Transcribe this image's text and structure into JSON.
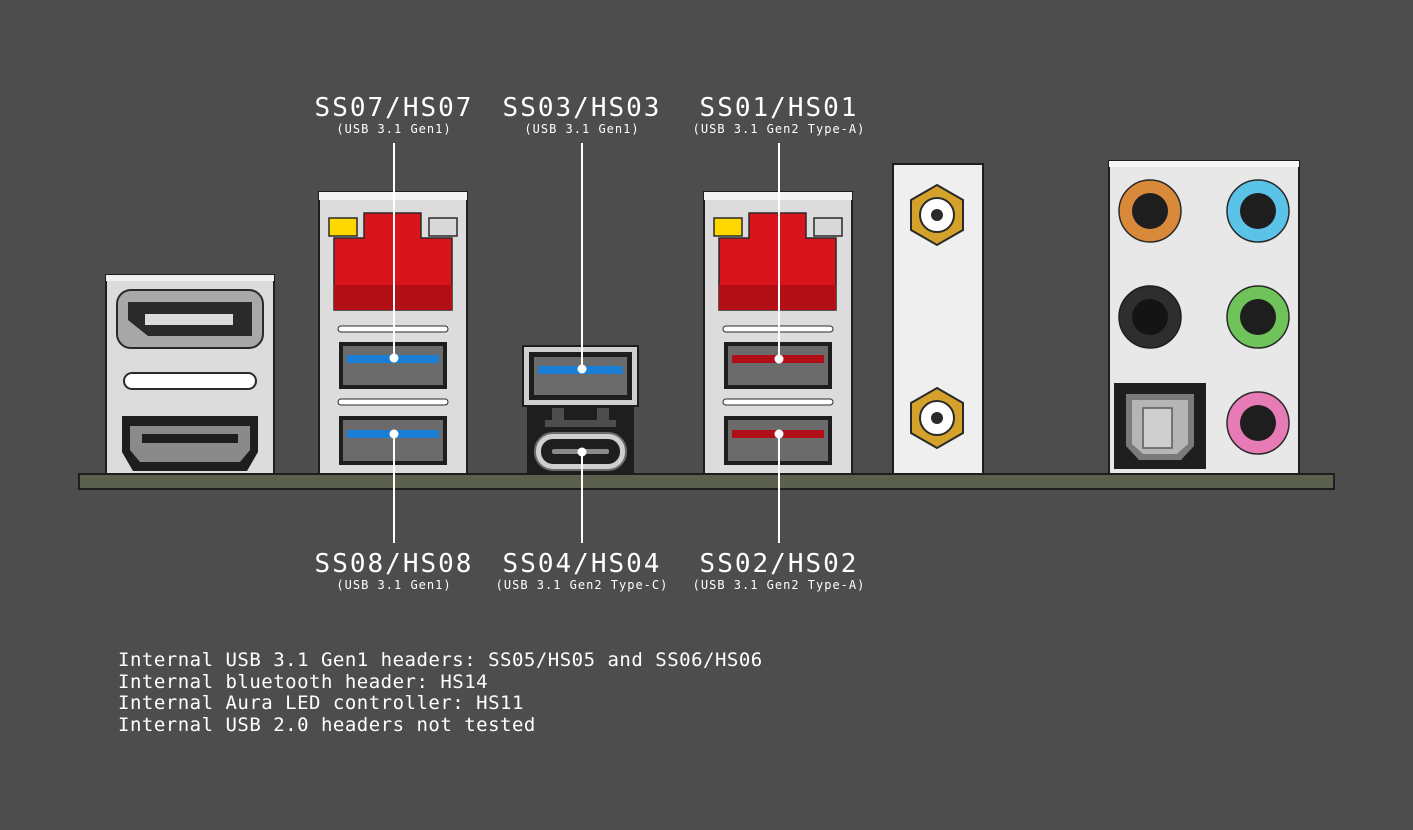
{
  "ports": {
    "ss07": {
      "name": "SS07/HS07",
      "spec": "(USB 3.1 Gen1)"
    },
    "ss03": {
      "name": "SS03/HS03",
      "spec": "(USB 3.1 Gen1)"
    },
    "ss01": {
      "name": "SS01/HS01",
      "spec": "(USB 3.1 Gen2 Type-A)"
    },
    "ss08": {
      "name": "SS08/HS08",
      "spec": "(USB 3.1 Gen1)"
    },
    "ss04": {
      "name": "SS04/HS04",
      "spec": "(USB 3.1 Gen2 Type-C)"
    },
    "ss02": {
      "name": "SS02/HS02",
      "spec": "(USB 3.1 Gen2 Type-A)"
    }
  },
  "notes": [
    "Internal USB 3.1 Gen1 headers: SS05/HS05 and SS06/HS06",
    "Internal bluetooth header: HS14",
    "Internal Aura LED controller: HS11",
    "Internal USB 2.0 headers not tested"
  ],
  "colors": {
    "background": "#4d4d4d",
    "gen1_usb": "#1a7fd4",
    "gen2_usb": "#d11c24",
    "ethernet": "#d9141c",
    "antenna": "#d4a22a",
    "audio_orange": "#d9893a",
    "audio_blue": "#5cc3e8",
    "audio_green": "#6fc35a",
    "audio_pink": "#e77bb5"
  }
}
